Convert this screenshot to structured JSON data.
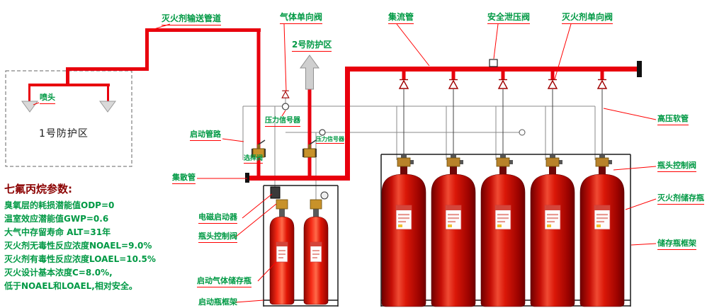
{
  "diagram": {
    "top_labels": {
      "agent_delivery_pipe": "灭火剂输送管道",
      "gas_check_valve": "气体单向阀",
      "manifold": "集流管",
      "safety_relief_valve": "安全泄压阀",
      "agent_check_valve": "灭火剂单向阀"
    },
    "zones": {
      "zone1": "1号防护区",
      "zone2": "2号防护区",
      "nozzle": "喷头"
    },
    "mid_labels": {
      "start_pipeline": "启动管路",
      "pressure_signal_1": "压力信号器",
      "pressure_signal_2": "压力信号器",
      "selector_valve": "选择阀",
      "collecting_pipe": "集散管",
      "solenoid_actuator": "电磁启动器",
      "cylinder_head_valve_left": "瓶头控制阀",
      "start_gas_cylinder": "启动气体储存瓶",
      "start_cylinder_frame": "启动瓶框架"
    },
    "right_labels": {
      "high_pressure_hose": "高压软管",
      "cylinder_head_valve_right": "瓶头控制阀",
      "agent_storage_cylinder": "灭火剂储存瓶",
      "storage_cylinder_frame": "储存瓶框架"
    },
    "parameters": {
      "title": "七氟丙烷参数:",
      "lines": [
        "臭氧层的耗损潜能值ODP=0",
        "温室效应潜能值GWP=0.6",
        "大气中存留寿命 ALT=31年",
        "灭火剂无毒性反应浓度NOAEL=9.0%",
        "灭火剂有毒性反应浓度LOAEL=10.5%",
        "灭火设计基本浓度C=8.0%,",
        "低于NOAEL和LOAEL,相对安全。"
      ]
    },
    "colors": {
      "label_green": "#009944",
      "leader_red": "#ff0000",
      "pipe_red": "#e8000d",
      "cylinder_red": "#d01010",
      "title_maroon": "#8b0000",
      "frame_black": "#1a1a1a"
    }
  }
}
